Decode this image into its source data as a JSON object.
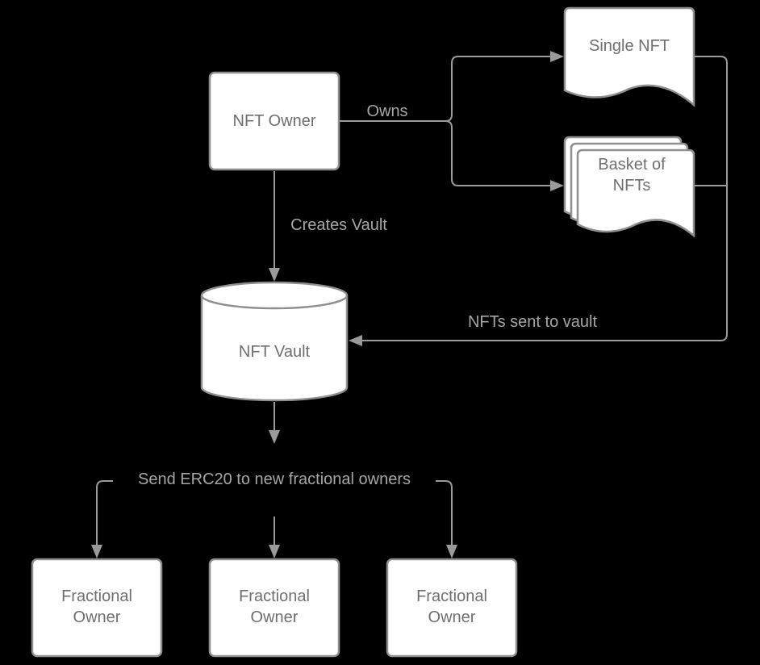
{
  "nodes": {
    "nft_owner": "NFT Owner",
    "single_nft": "Single NFT",
    "basket_line1": "Basket of",
    "basket_line2": "NFTs",
    "nft_vault": "NFT Vault",
    "fractional_line1": "Fractional",
    "fractional_line2": "Owner"
  },
  "edges": {
    "owns": "Owns",
    "creates_vault": "Creates Vault",
    "nfts_sent": "NFTs sent to vault",
    "send_erc20": "Send ERC20 to new fractional owners"
  },
  "colors": {
    "background": "#000000",
    "shape_fill": "#ffffff",
    "shape_stroke": "#8f8f8f",
    "connector": "#9a9a9a",
    "node_text": "#6f6f6f",
    "edge_text": "#a6a6a6"
  }
}
